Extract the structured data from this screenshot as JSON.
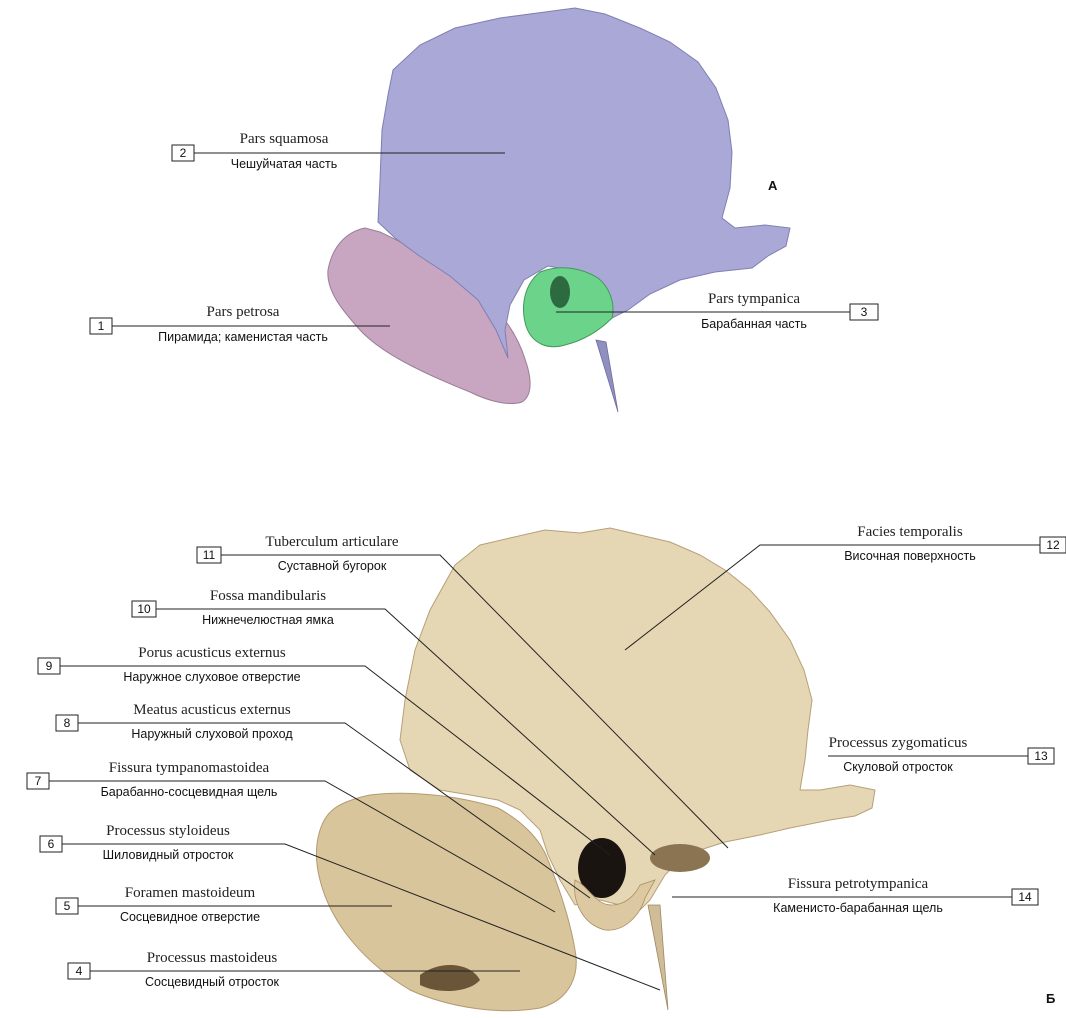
{
  "panels": {
    "a": {
      "letter": "А",
      "labels": [
        {
          "num": "2",
          "latin": "Pars squamosa",
          "russian": "Чешуйчатая часть"
        },
        {
          "num": "1",
          "latin": "Pars petrosa",
          "russian": "Пирамида; каменистая часть"
        },
        {
          "num": "3",
          "latin": "Pars tympanica",
          "russian": "Барабанная часть"
        }
      ]
    },
    "b": {
      "letter": "Б",
      "labels": [
        {
          "num": "11",
          "latin": "Tuberculum articulare",
          "russian": "Суставной бугорок"
        },
        {
          "num": "10",
          "latin": "Fossa mandibularis",
          "russian": "Нижнечелюстная ямка"
        },
        {
          "num": "9",
          "latin": "Porus acusticus externus",
          "russian": "Наружное слуховое отверстие"
        },
        {
          "num": "8",
          "latin": "Meatus acusticus externus",
          "russian": "Наружный слуховой проход"
        },
        {
          "num": "7",
          "latin": "Fissura tympanomastoidea",
          "russian": "Барабанно-сосцевидная щель"
        },
        {
          "num": "6",
          "latin": "Processus styloideus",
          "russian": "Шиловидный отросток"
        },
        {
          "num": "5",
          "latin": "Foramen mastoideum",
          "russian": "Сосцевидное отверстие"
        },
        {
          "num": "4",
          "latin": "Processus mastoideus",
          "russian": "Сосцевидный отросток"
        },
        {
          "num": "12",
          "latin": "Facies temporalis",
          "russian": "Височная поверхность"
        },
        {
          "num": "13",
          "latin": "Processus zygomaticus",
          "russian": "Скуловой отросток"
        },
        {
          "num": "14",
          "latin": "Fissura petrotympanica",
          "russian": "Каменисто-барабанная щель"
        }
      ]
    }
  },
  "colors": {
    "squamous_part": "#a9a8d6",
    "petrous_part": "#c8a6c2",
    "tympanic_part": "#6cd48a",
    "bone": "#e6d7b4",
    "bone_shadow": "#c4ac82"
  }
}
